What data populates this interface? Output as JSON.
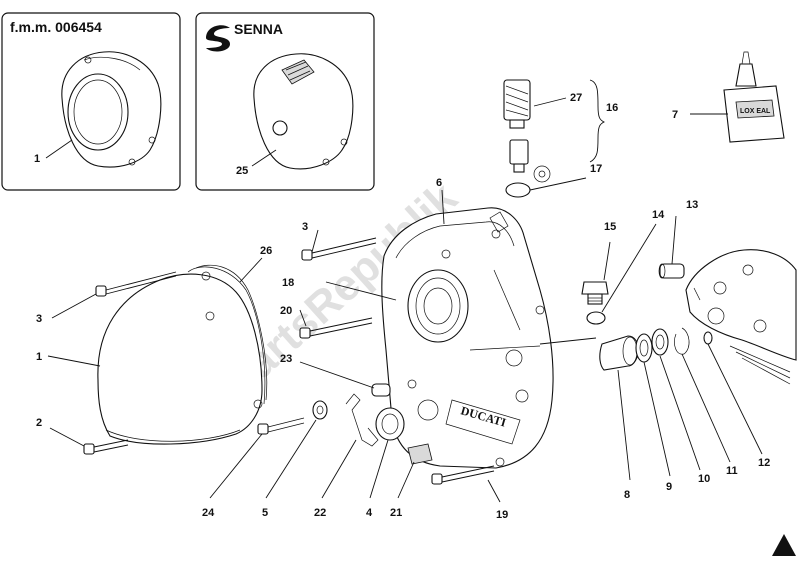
{
  "inset_left": {
    "title": "f.m.m. 006454",
    "callouts": [
      "1"
    ]
  },
  "inset_right": {
    "brand": "SENNA",
    "callouts": [
      "25"
    ]
  },
  "sealant_tube_label": "LOX EAL",
  "watermark": "PartsRepublik",
  "cover_text": "DUCATI",
  "callouts": {
    "c1": "1",
    "c2": "2",
    "c3a": "3",
    "c3b": "3",
    "c4": "4",
    "c5": "5",
    "c6": "6",
    "c7": "7",
    "c8": "8",
    "c9": "9",
    "c10": "10",
    "c11": "11",
    "c12": "12",
    "c13": "13",
    "c14": "14",
    "c15": "15",
    "c16": "16",
    "c17": "17",
    "c18": "18",
    "c19": "19",
    "c20": "20",
    "c21": "21",
    "c22": "22",
    "c23": "23",
    "c24": "24",
    "c26": "26",
    "c27": "27"
  }
}
